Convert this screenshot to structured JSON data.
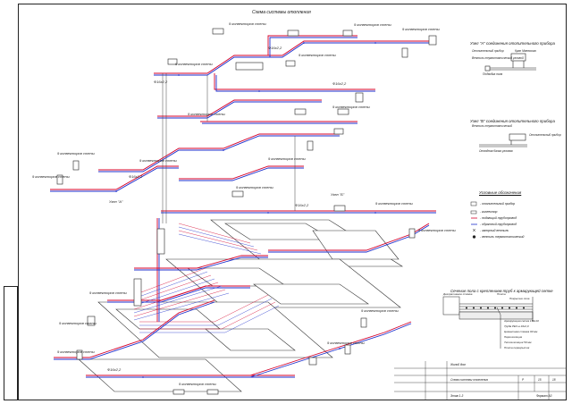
{
  "drawing": {
    "main_title": "Схема системы отопления",
    "node_a_title": "Узел \"А\" соединения отопительного прибора",
    "node_b_title": "Узел \"Б\" соединения отопительного прибора",
    "legend_title": "Условные обозначения",
    "section_title": "Сечение пола с креплением труб к армирующей сетке",
    "node_a_ref": "Узел \"А\"",
    "node_b_ref": "Узел \"Б\"",
    "radiator_label": "9 конвекторов стены",
    "riser_label": "Ф16x2,2"
  },
  "node_a": {
    "labels": [
      "Отопительный прибор",
      "Вентиль термостатический угловой",
      "Кран Маевского",
      "Подводка пола"
    ]
  },
  "node_b": {
    "labels": [
      "Вентиль термостатический",
      "Отопительный прибор",
      "Отводная балка угловая"
    ]
  },
  "legend": {
    "items": [
      "- отопительный прибор",
      "- коллектор",
      "- подающий трубопровод",
      "- обратный трубопровод",
      "- запорный вентиль",
      "- вентиль термостатический"
    ]
  },
  "section": {
    "labels": [
      "Декоративное стяжка",
      "Плита",
      "Покрытие пола",
      "Армирующая сетка 150x10",
      "Труба PEX-a 16x2,0",
      "Цементная стяжка 60 мм",
      "Пароизоляция",
      "Теплоизоляция 50 мм",
      "Плита перекрытия"
    ]
  },
  "title_block": {
    "project": "Жилой дом",
    "sheet_name": "Схема системы отопления",
    "stage": "Р",
    "sheet": "15",
    "sheets": "18",
    "scale_note": "Формат А3",
    "floor_note": "Этаж 1-3"
  },
  "colors": {
    "supply": "#d4002a",
    "return": "#1d2ecc",
    "line": "#222222"
  }
}
